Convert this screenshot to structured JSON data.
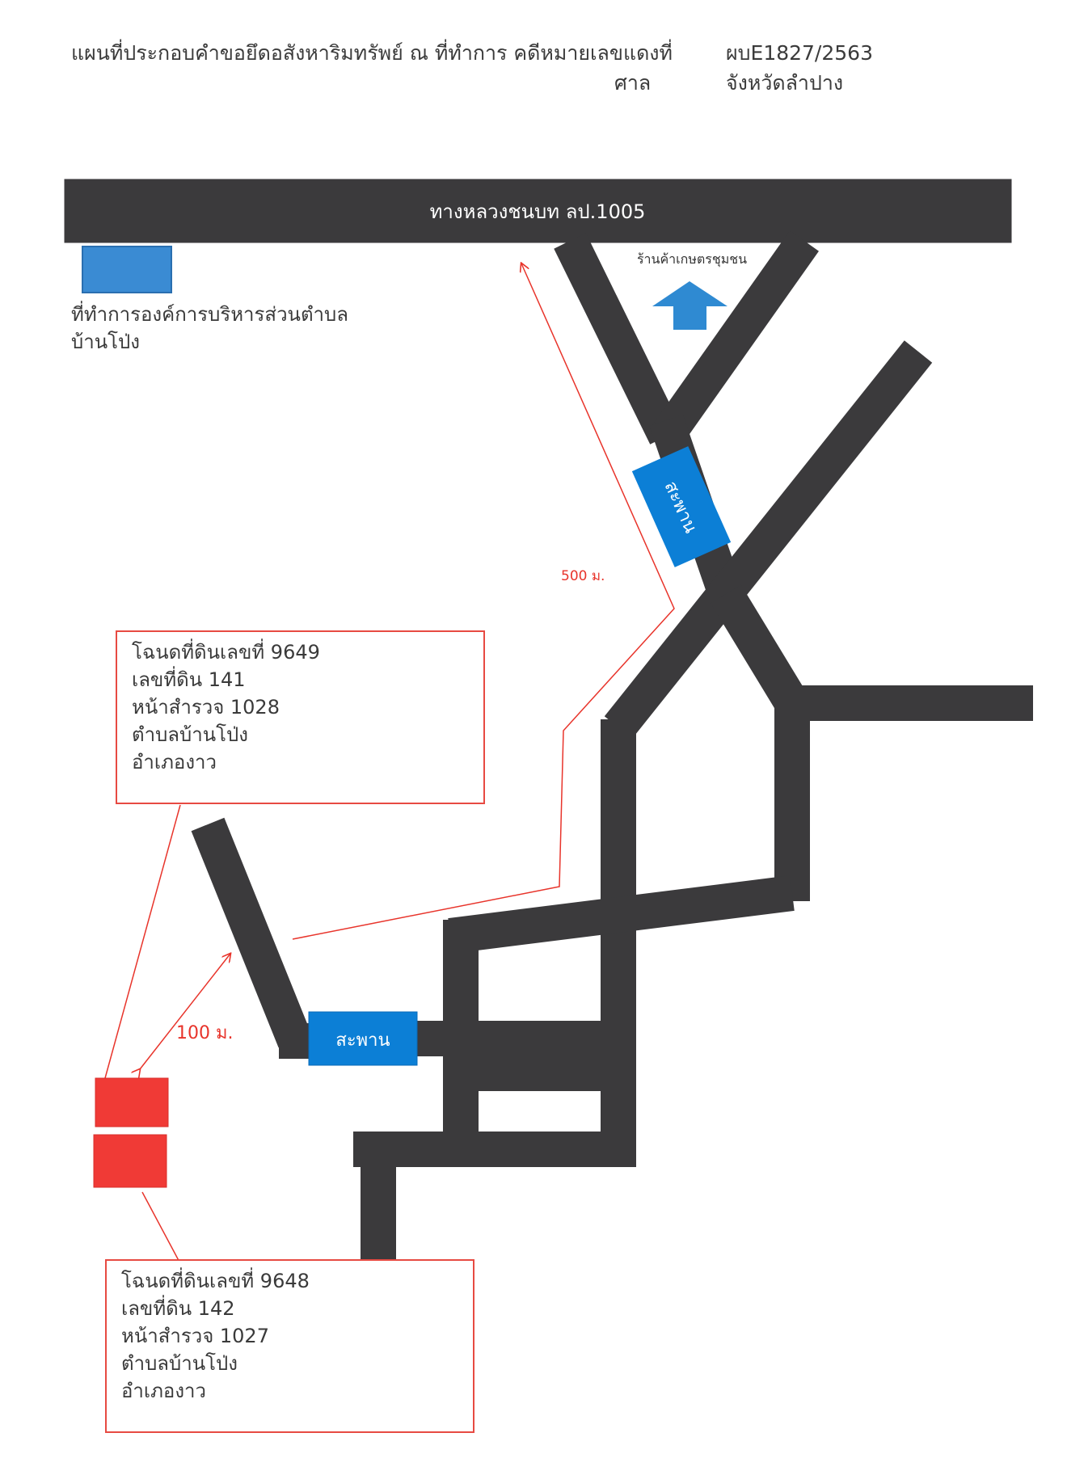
{
  "header": {
    "title_line1": "แผนที่ประกอบคำขอยึดอสังหาริมทรัพย์ ณ ที่ทำการ คดีหมายเลขแดงที่",
    "case_number": "ผบE1827/2563",
    "court_label": "ศาล",
    "court_name": "จังหวัดลำปาง"
  },
  "map": {
    "highway_label": "ทางหลวงชนบท ลป.1005",
    "shop_label": "ร้านค้าเกษตรชุมชน",
    "office_label_line1": "ที่ทำการองค์การบริหารส่วนตำบล",
    "office_label_line2": "บ้านโป่ง",
    "bridge_upper_label": "สะพาน",
    "bridge_lower_label": "สะพาน",
    "distance_500": "500 ม.",
    "distance_100": "100 ม.",
    "colors": {
      "road": "#3b3a3c",
      "bridge": "#0c7fd6",
      "office": "#3a8bd3",
      "plot": "#f03a36",
      "route": "#e8342b",
      "arrow": "#2f8ad2"
    }
  },
  "plots": [
    {
      "lines": [
        "โฉนดที่ดินเลขที่ 9649",
        "เลขที่ดิน 141",
        "หน้าสำรวจ 1028",
        "ตำบลบ้านโป่ง",
        "อำเภองาว"
      ]
    },
    {
      "lines": [
        "โฉนดที่ดินเลขที่ 9648",
        "เลขที่ดิน 142",
        "หน้าสำรวจ 1027",
        "ตำบลบ้านโป่ง",
        "อำเภองาว"
      ]
    }
  ]
}
